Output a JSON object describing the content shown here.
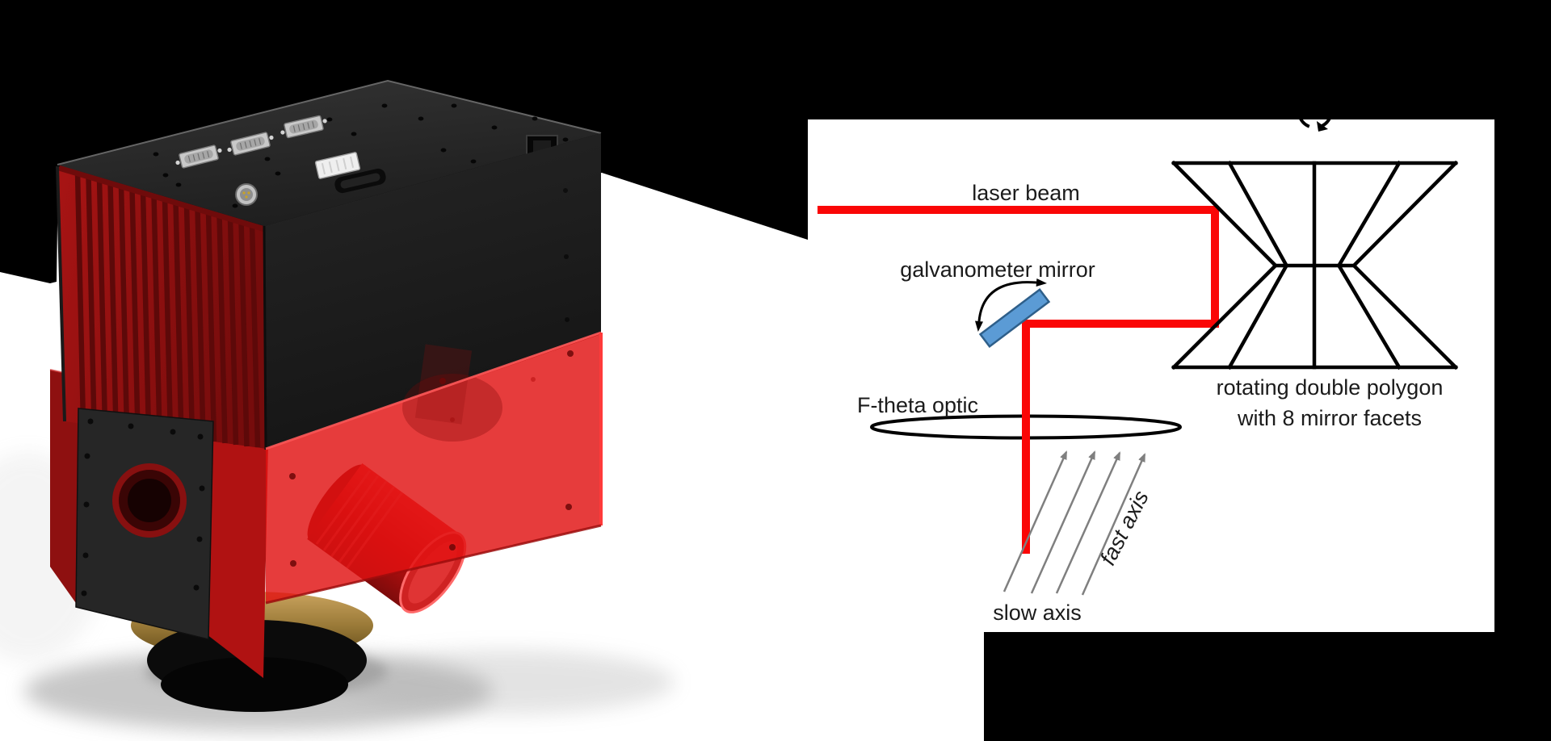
{
  "scene": {
    "background": "#000000",
    "panel": "#ffffff"
  },
  "photo": {
    "alt": "3D CAD render of a black and red polygon scanner head with heat-sink fins, front aperture plate, brass lens mount and protruding red lens barrel",
    "colors": {
      "chassis": "#232323",
      "fins_red": "#9c1212",
      "window_red": "#e01111",
      "front_red": "#b01212",
      "brass": "#b08d4a"
    }
  },
  "diagram": {
    "labels": {
      "laser_beam": "laser beam",
      "galvanometer_mirror": "galvanometer mirror",
      "f_theta": "F-theta optic",
      "polygon_caption_line1": "rotating double polygon",
      "polygon_caption_line2": "with 8 mirror facets",
      "fast_axis": "fast axis",
      "slow_axis": "slow axis"
    },
    "colors": {
      "beam": "#fa0606",
      "mirror_fill": "#5b9bd5",
      "mirror_stroke": "#2e5f8a",
      "line": "#000000",
      "axis_arrows": "#7f7f7f",
      "text": "#1b1b1b"
    }
  }
}
